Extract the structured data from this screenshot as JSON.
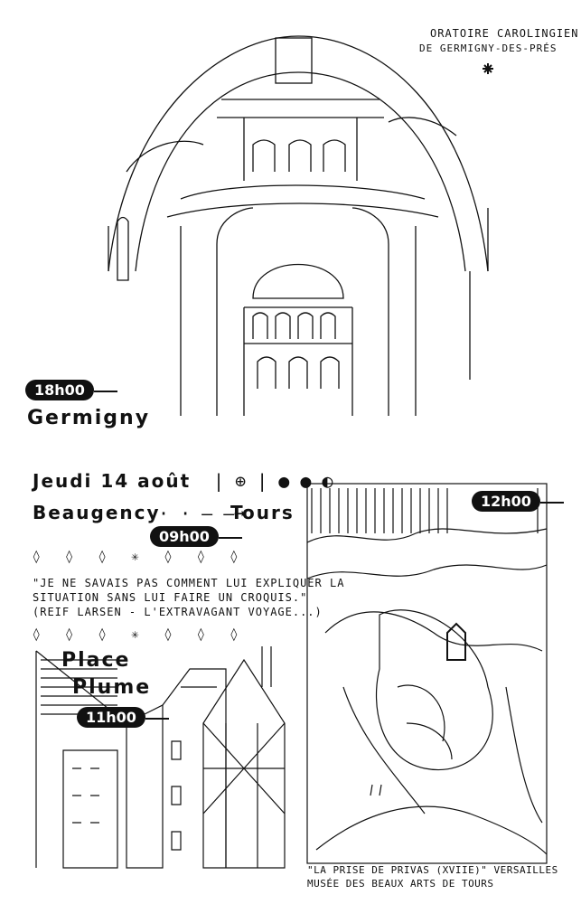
{
  "top_sketch": {
    "caption_line1": "Oratoire carolingien",
    "caption_line2": "de Germigny-des-Prés",
    "time": "18h00",
    "place": "Germigny"
  },
  "journal": {
    "date": "Jeudi 14 août",
    "route_from": "Beaugency",
    "route_to": "Tours",
    "time": "09h00",
    "quote_line1": "\"Je ne savais pas comment lui expliquer la",
    "quote_line2": "situation sans lui faire un croquis.\"",
    "quote_line3": "(Reif Larsen - L'extravagant voyage...)"
  },
  "street_sketch": {
    "place_line1": "Place",
    "place_line2": "Plume",
    "time": "11h00"
  },
  "painting_sketch": {
    "time": "12h00",
    "caption_line1": "\"La prise de Privas (XVIIe)\" Versailles",
    "caption_line2": "Musée des Beaux Arts de Tours"
  },
  "colors": {
    "ink": "#111111",
    "paper": "#ffffff"
  }
}
